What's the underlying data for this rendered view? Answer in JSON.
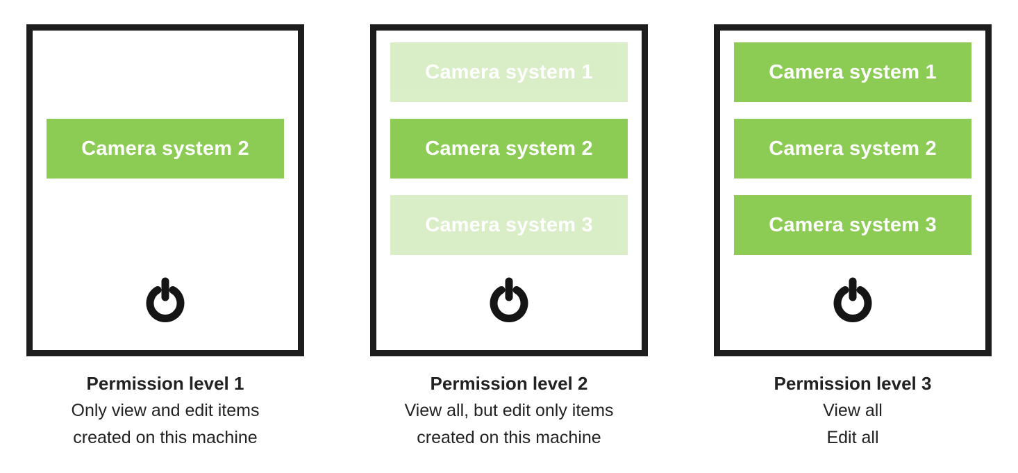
{
  "colors": {
    "green": "#8ccc55",
    "frame": "#1d1d1d",
    "text": "#222222",
    "button_text": "#ffffff"
  },
  "icons": {
    "power": "power-icon"
  },
  "panels": [
    {
      "buttons": [
        {
          "label": "Camera system 2",
          "state": "active"
        }
      ],
      "caption_title": "Permission level 1",
      "caption_lines": [
        "Only view and edit items",
        "created on this machine"
      ]
    },
    {
      "buttons": [
        {
          "label": "Camera system 1",
          "state": "faded"
        },
        {
          "label": "Camera system 2",
          "state": "active"
        },
        {
          "label": "Camera system 3",
          "state": "faded"
        }
      ],
      "caption_title": "Permission level 2",
      "caption_lines": [
        "View all, but edit only items",
        "created on this machine"
      ]
    },
    {
      "buttons": [
        {
          "label": "Camera system 1",
          "state": "active"
        },
        {
          "label": "Camera system 2",
          "state": "active"
        },
        {
          "label": "Camera system 3",
          "state": "active"
        }
      ],
      "caption_title": "Permission level 3",
      "caption_lines": [
        "View all",
        "Edit all"
      ]
    }
  ]
}
